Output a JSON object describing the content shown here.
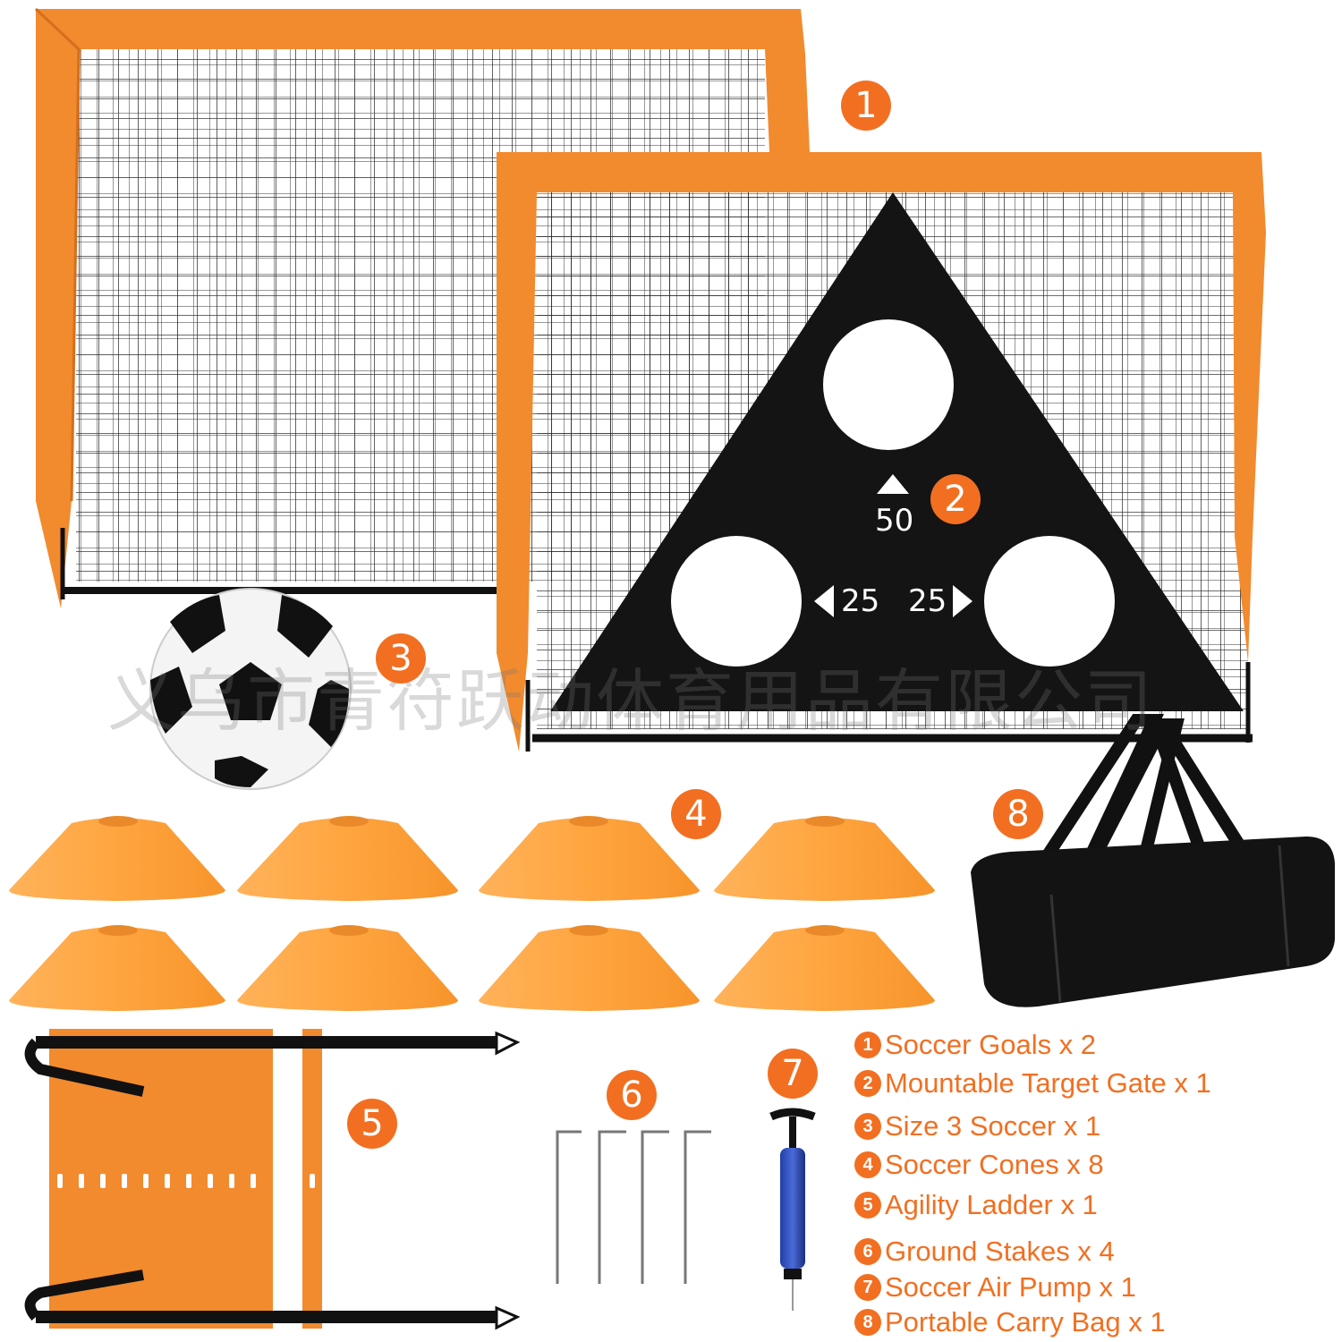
{
  "colors": {
    "accent": "#f26f21",
    "frame": "#f28a2e",
    "net": "#1a1a1a",
    "target": "#141414"
  },
  "badges": [
    "1",
    "2",
    "3",
    "4",
    "5",
    "6",
    "7",
    "8"
  ],
  "target_scores": {
    "top": "50",
    "left": "25",
    "right": "25"
  },
  "watermark": "义乌市青符跃动体育用品有限公司",
  "legend": [
    {
      "num": "1",
      "text": "Soccer Goals x 2"
    },
    {
      "num": "2",
      "text": "Mountable Target Gate x 1"
    },
    {
      "num": "3",
      "text": "Size 3 Soccer x 1"
    },
    {
      "num": "4",
      "text": "Soccer Cones x 8"
    },
    {
      "num": "5",
      "text": "Agility Ladder x 1"
    },
    {
      "num": "6",
      "text": "Ground Stakes x 4"
    },
    {
      "num": "7",
      "text": "Soccer Air Pump x 1"
    },
    {
      "num": "8",
      "text": "Portable Carry Bag x 1"
    }
  ]
}
